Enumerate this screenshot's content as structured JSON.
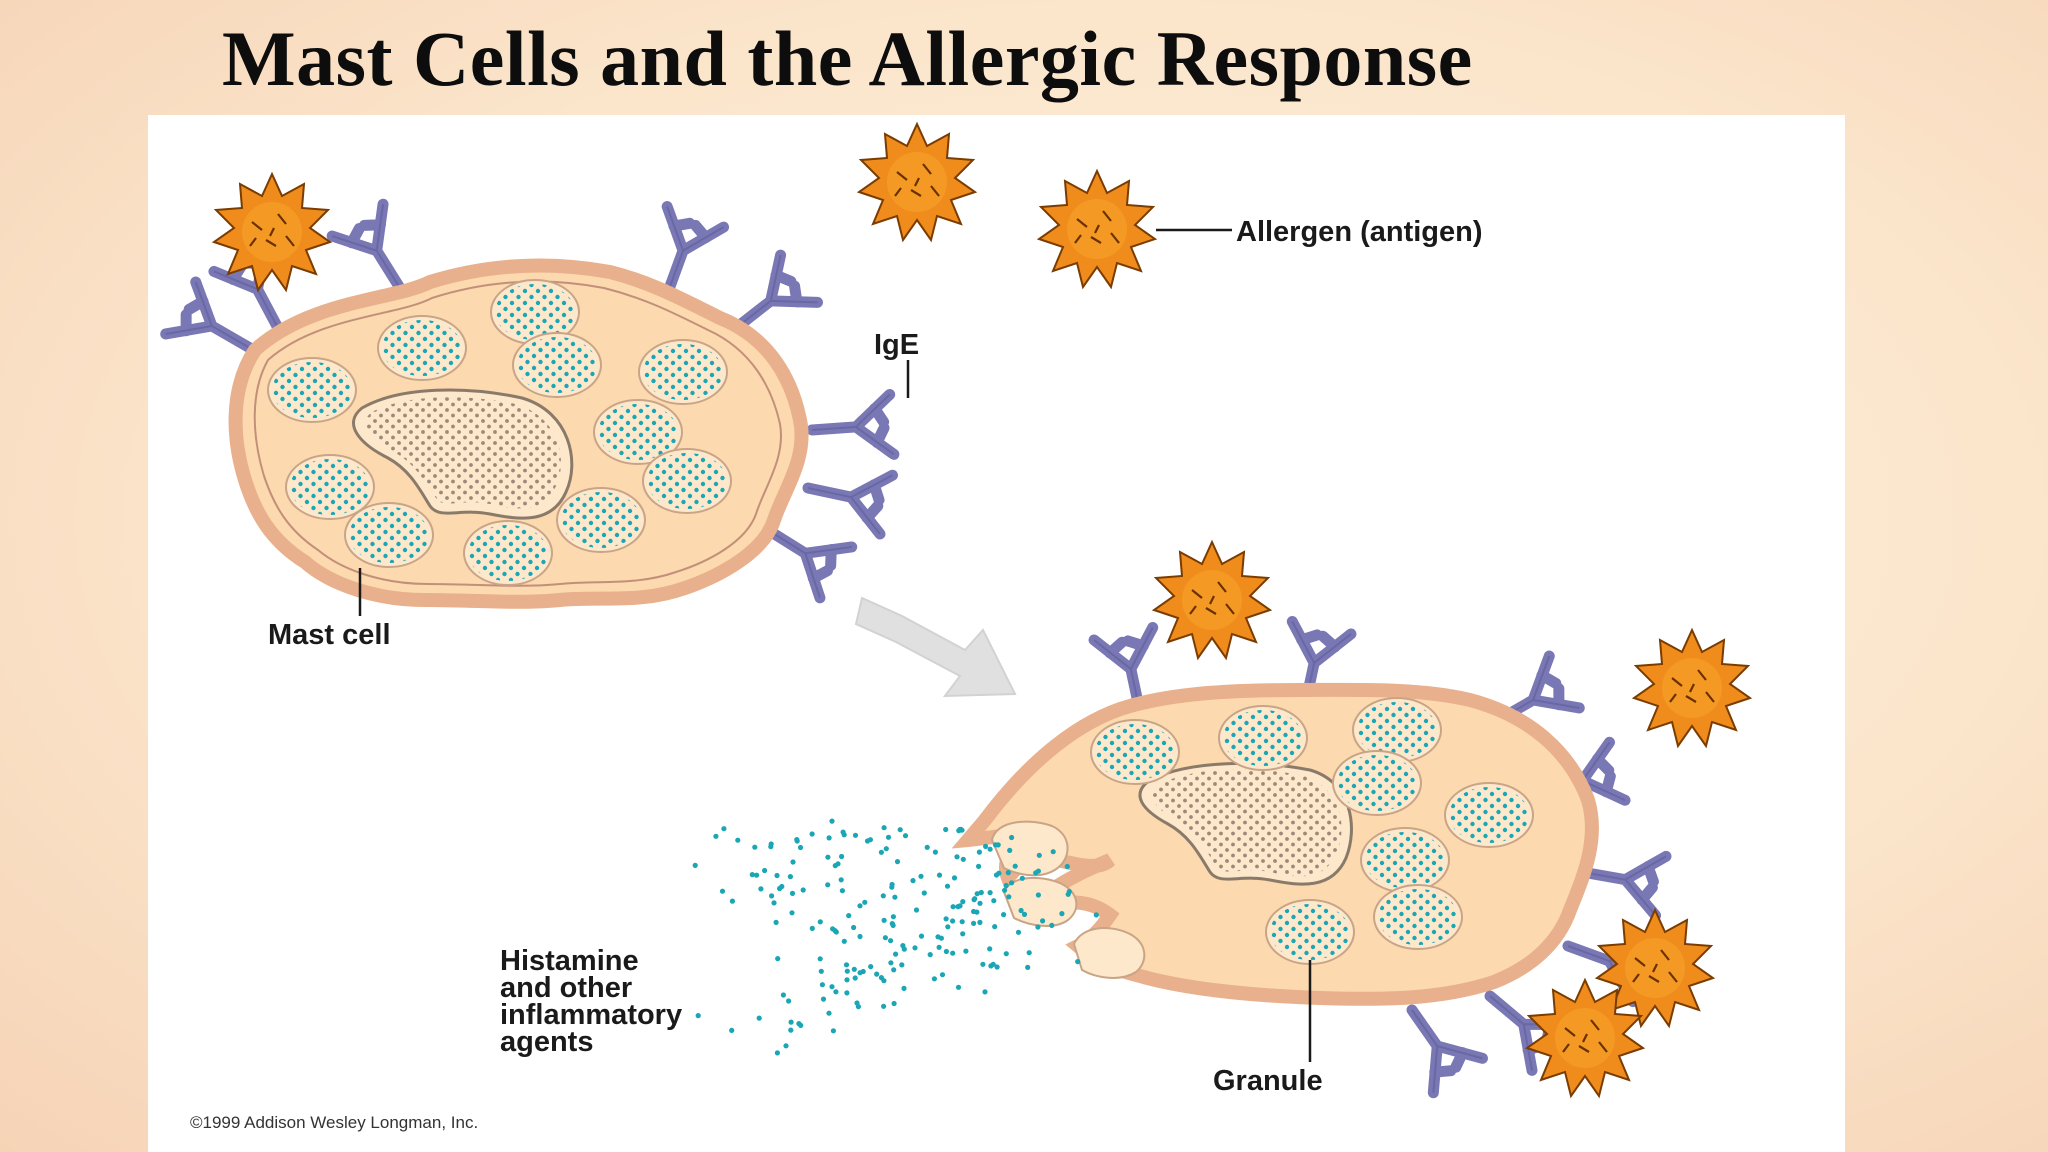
{
  "slide": {
    "title": "Mast Cells and the Allergic Response"
  },
  "diagram": {
    "labels": {
      "allergen": "Allergen (antigen)",
      "ige": "IgE",
      "mast_cell": "Mast cell",
      "histamine": [
        "Histamine",
        "and other",
        "inflammatory",
        "agents"
      ],
      "granule": "Granule"
    },
    "copyright": "©1999 Addison Wesley Longman, Inc."
  },
  "colors": {
    "cell_membrane": "#e8b08c",
    "cell_fill": "#fcd9ae",
    "granule_fill": "#fde8cc",
    "granule_dot": "#1aa6b4",
    "nucleus_dot": "#9b8a7a",
    "antibody": "#7a78b4",
    "allergen": "#f08c1c"
  },
  "icons": {
    "allergen": "spiky-ball-icon",
    "antibody": "y-antibody-icon",
    "arrow": "block-arrow-icon"
  }
}
